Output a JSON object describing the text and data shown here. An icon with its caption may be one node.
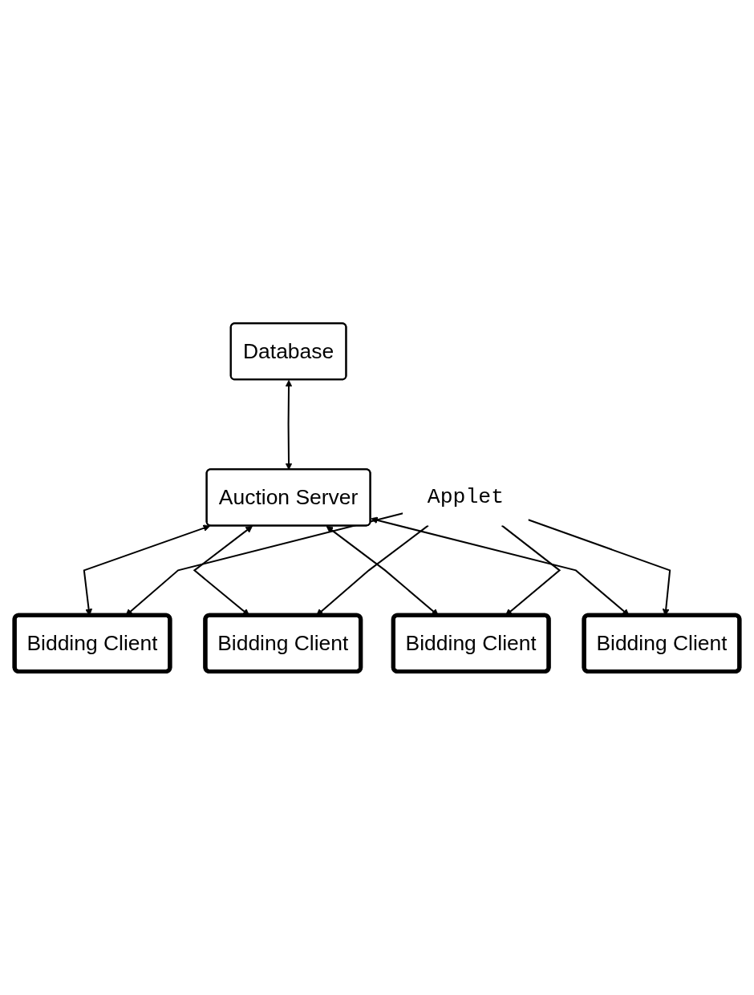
{
  "diagram": {
    "nodes": [
      {
        "text": [
          "Database"
        ]
      },
      {
        "text": [
          "Auction Server"
        ]
      },
      {
        "text": [
          "Bidding Client"
        ]
      },
      {
        "text": [
          "Bidding Client"
        ]
      },
      {
        "text": [
          "Bidding Client"
        ]
      },
      {
        "text": [
          "Bidding Client"
        ]
      },
      {
        "text": [
          "Applet"
        ]
      }
    ],
    "edges": [
      {
        "from": 0,
        "to": 1,
        "arrow": "both"
      },
      {
        "from": 1,
        "to": 2,
        "arrow": "both"
      },
      {
        "from": 1,
        "to": 3,
        "arrow": "both"
      },
      {
        "from": 1,
        "to": 4,
        "arrow": "both"
      },
      {
        "from": 1,
        "to": 5,
        "arrow": "both"
      },
      {
        "from": 6,
        "to": 2,
        "arrow": "to"
      },
      {
        "from": 6,
        "to": 3,
        "arrow": "to"
      },
      {
        "from": 6,
        "to": 4,
        "arrow": "to"
      },
      {
        "from": 6,
        "to": 5,
        "arrow": "to"
      }
    ]
  }
}
